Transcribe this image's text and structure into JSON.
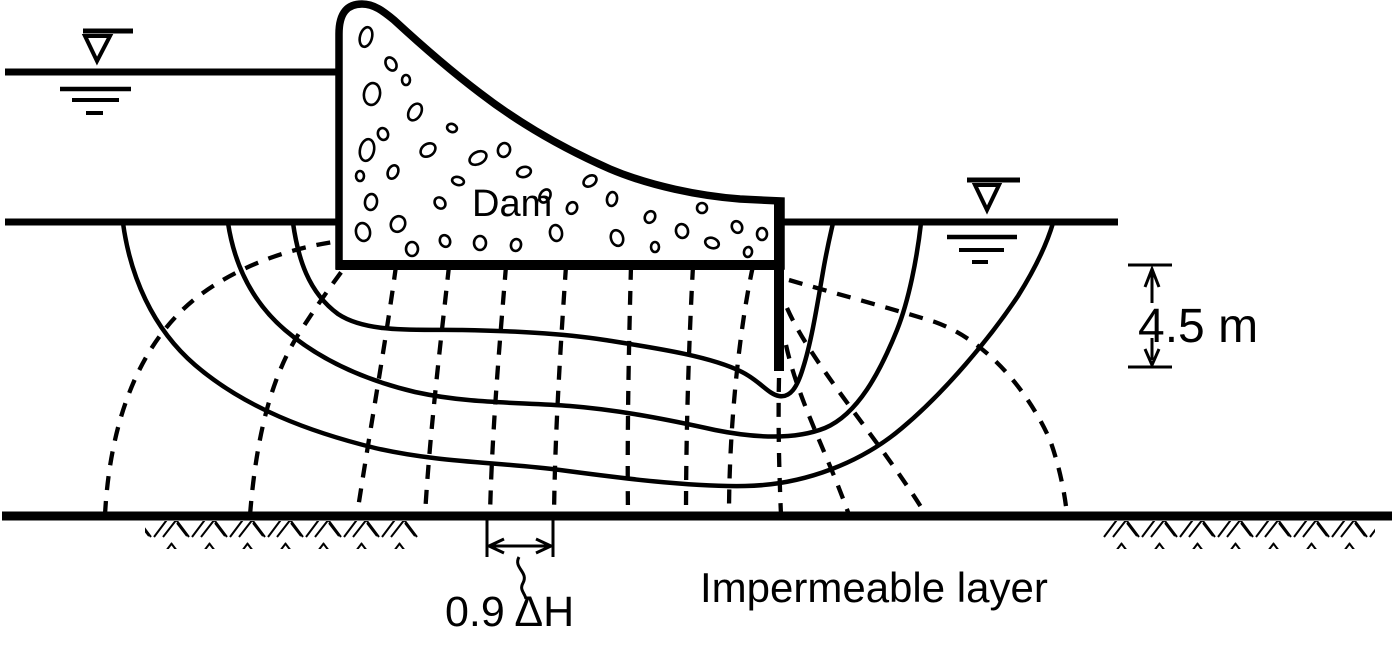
{
  "figure": {
    "labels": {
      "dam": "Dam",
      "impermeable_layer": "Impermeable layer"
    },
    "annotations": {
      "wall_depth": "4.5 m",
      "base_spacing": "0.9 ΔH"
    },
    "flow_net": {
      "flow_line_count": 3,
      "equipotential_line_count": 13,
      "flow_line_style": "solid",
      "equipotential_line_style": "dashed"
    },
    "colors": {
      "ink": "#000000",
      "background": "#ffffff"
    }
  }
}
